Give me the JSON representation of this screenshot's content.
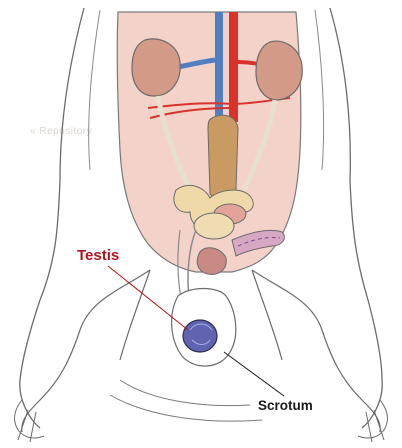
{
  "labels": {
    "testis": "Testis",
    "scrotum": "Scrotum"
  },
  "colors": {
    "testis_label": "#b3161c",
    "scrotum_label": "#1a1a1a",
    "artery": "#d9322b",
    "vein": "#4f7fc2",
    "kidney": "#d49a88",
    "body_cavity": "#f2cfc4",
    "testis_fill": "#5f63b0"
  },
  "watermark": "Repository"
}
